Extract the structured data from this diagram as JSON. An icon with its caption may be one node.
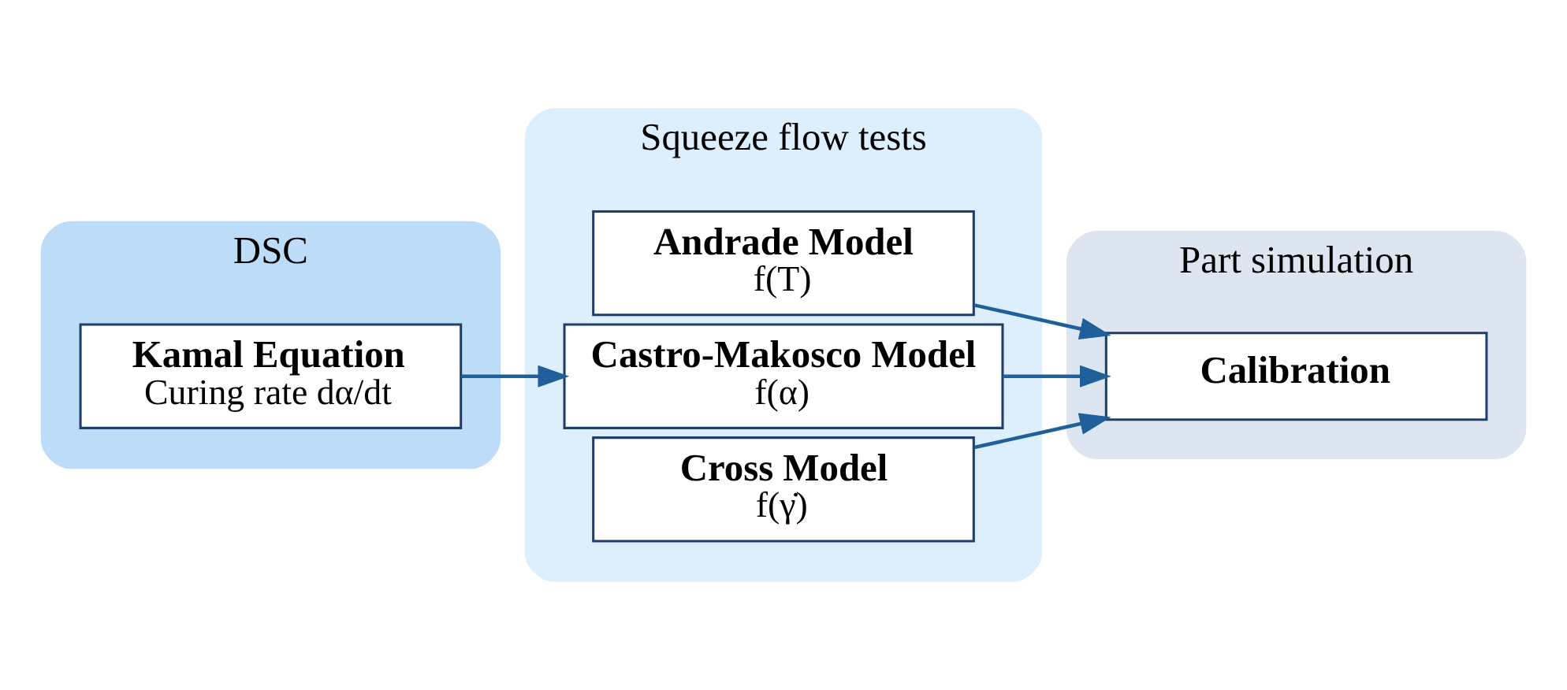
{
  "diagram": {
    "nodes": [
      {
        "text": [
          "DSC"
        ]
      },
      {
        "text": [
          "Kamal Equation",
          "Curing rate dα/dt"
        ],
        "in": 0
      },
      {
        "text": [
          "Squeeze flow tests"
        ]
      },
      {
        "text": [
          "Andrade Model",
          "f(T)"
        ],
        "in": 2
      },
      {
        "text": [
          "Castro-Makosco Model",
          "f(α)"
        ],
        "in": 2
      },
      {
        "text": [
          "Cross Model",
          "f(γ̇)"
        ],
        "in": 2
      },
      {
        "text": [
          "Part simulation"
        ]
      },
      {
        "text": [
          "Calibration"
        ],
        "in": 6
      }
    ],
    "edges": [
      {
        "from": 1,
        "to": 4,
        "arrow": "to"
      },
      {
        "from": 3,
        "to": 7,
        "arrow": "to"
      },
      {
        "from": 4,
        "to": 7,
        "arrow": "to"
      },
      {
        "from": 5,
        "to": 7,
        "arrow": "to"
      }
    ]
  }
}
